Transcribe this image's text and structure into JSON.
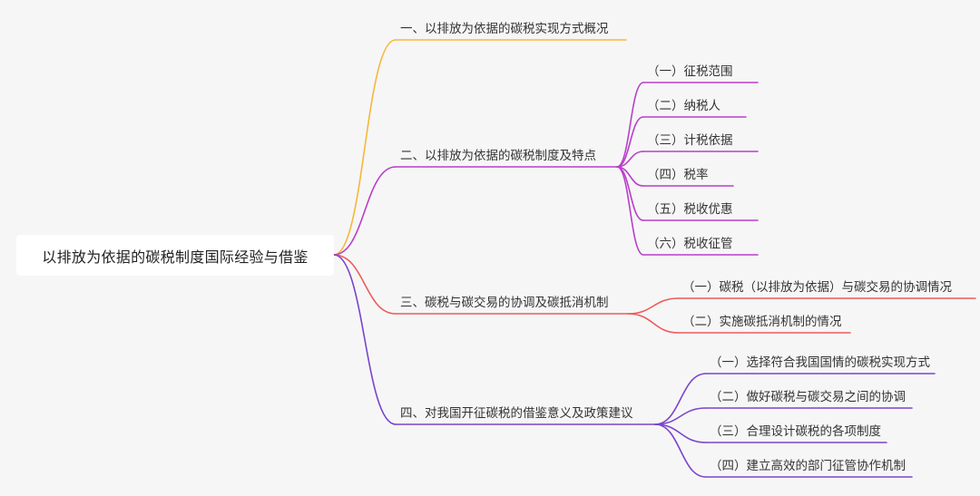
{
  "root": {
    "label": "以排放为依据的碳税制度国际经验与借鉴"
  },
  "branches": [
    {
      "label": "一、以排放为依据的碳税实现方式概况",
      "color": "#f5b73b",
      "children": []
    },
    {
      "label": "二、以排放为依据的碳税制度及特点",
      "color": "#b93fc8",
      "children": [
        "（一）征税范围",
        "（二）纳税人",
        "（三）计税依据",
        "（四）税率",
        "（五）税收优惠",
        "（六）税收征管"
      ]
    },
    {
      "label": "三、碳税与碳交易的协调及碳抵消机制",
      "color": "#ef5a5a",
      "children": [
        "（一）碳税（以排放为依据）与碳交易的协调情况",
        "（二）实施碳抵消机制的情况"
      ]
    },
    {
      "label": "四、对我国开征碳税的借鉴意义及政策建议",
      "color": "#7a45c9",
      "children": [
        "（一）选择符合我国国情的碳税实现方式",
        "（二）做好碳税与碳交易之间的协调",
        "（三）合理设计碳税的各项制度",
        "（四）建立高效的部门征管协作机制"
      ]
    }
  ]
}
